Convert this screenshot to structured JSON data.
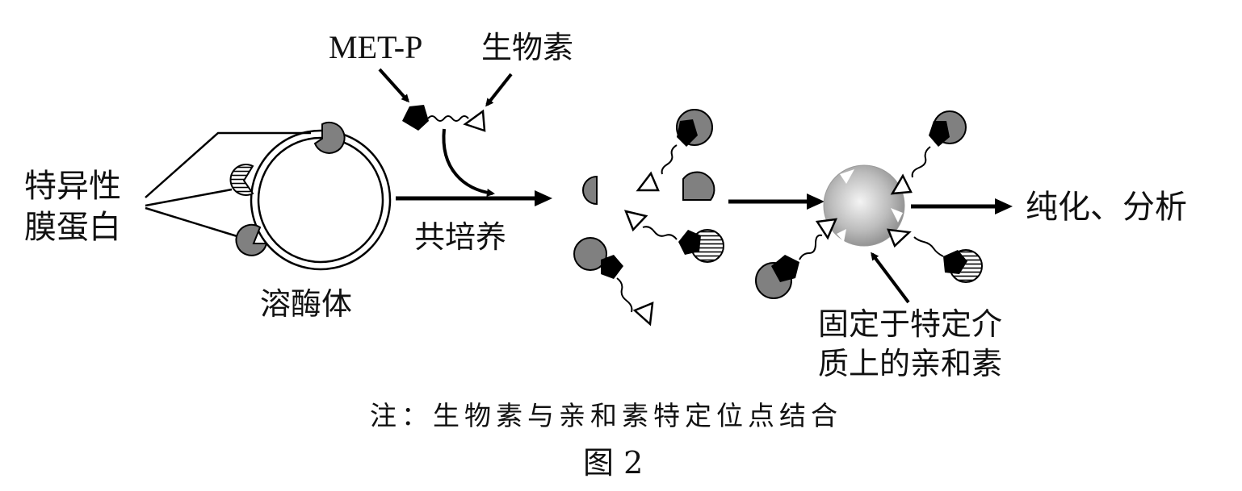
{
  "labels": {
    "met_p": "MET-P",
    "biotin": "生物素",
    "membrane_protein_line1": "特异性",
    "membrane_protein_line2": "膜蛋白",
    "lysosome": "溶酶体",
    "coculture": "共培养",
    "purify": "纯化、分析",
    "avidin_line1": "固定于特定介",
    "avidin_line2": "质上的亲和素"
  },
  "note": "注：生物素与亲和素特定位点结合",
  "figure_caption": "图 2",
  "colors": {
    "protein_gray": "#808080",
    "outline": "#000000",
    "avidin_bead_center": "#f2f2f2",
    "avidin_bead_edge": "#8a8a8a"
  }
}
